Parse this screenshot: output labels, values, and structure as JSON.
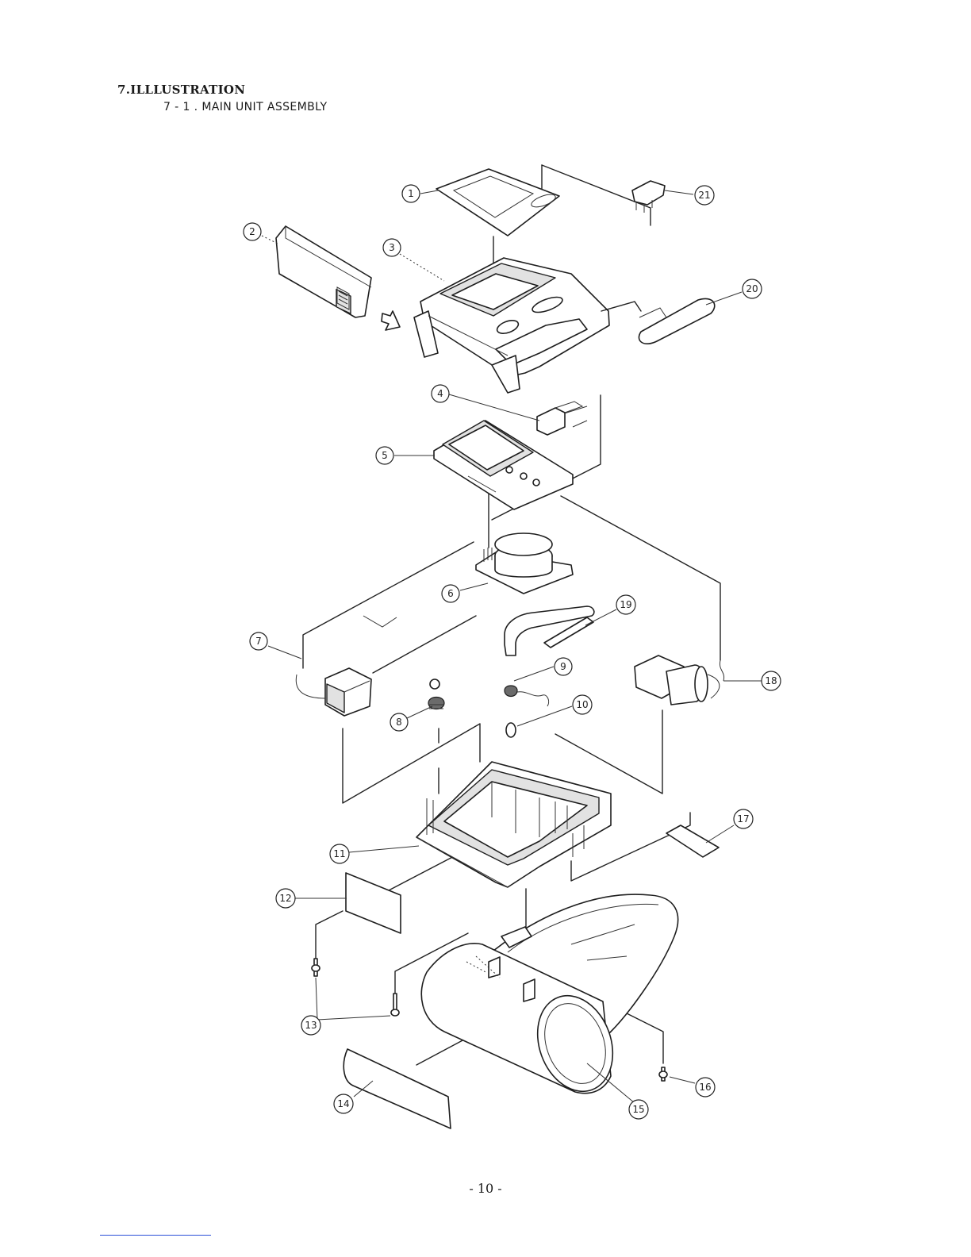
{
  "heading": "7.ILLLUSTRATION",
  "subheading": "7 - 1 . MAIN UNIT ASSEMBLY",
  "page_number": "- 10 -",
  "callouts": [
    "1",
    "2",
    "3",
    "4",
    "5",
    "6",
    "7",
    "8",
    "9",
    "10",
    "11",
    "12",
    "13",
    "14",
    "15",
    "16",
    "17",
    "18",
    "19",
    "20",
    "21"
  ]
}
